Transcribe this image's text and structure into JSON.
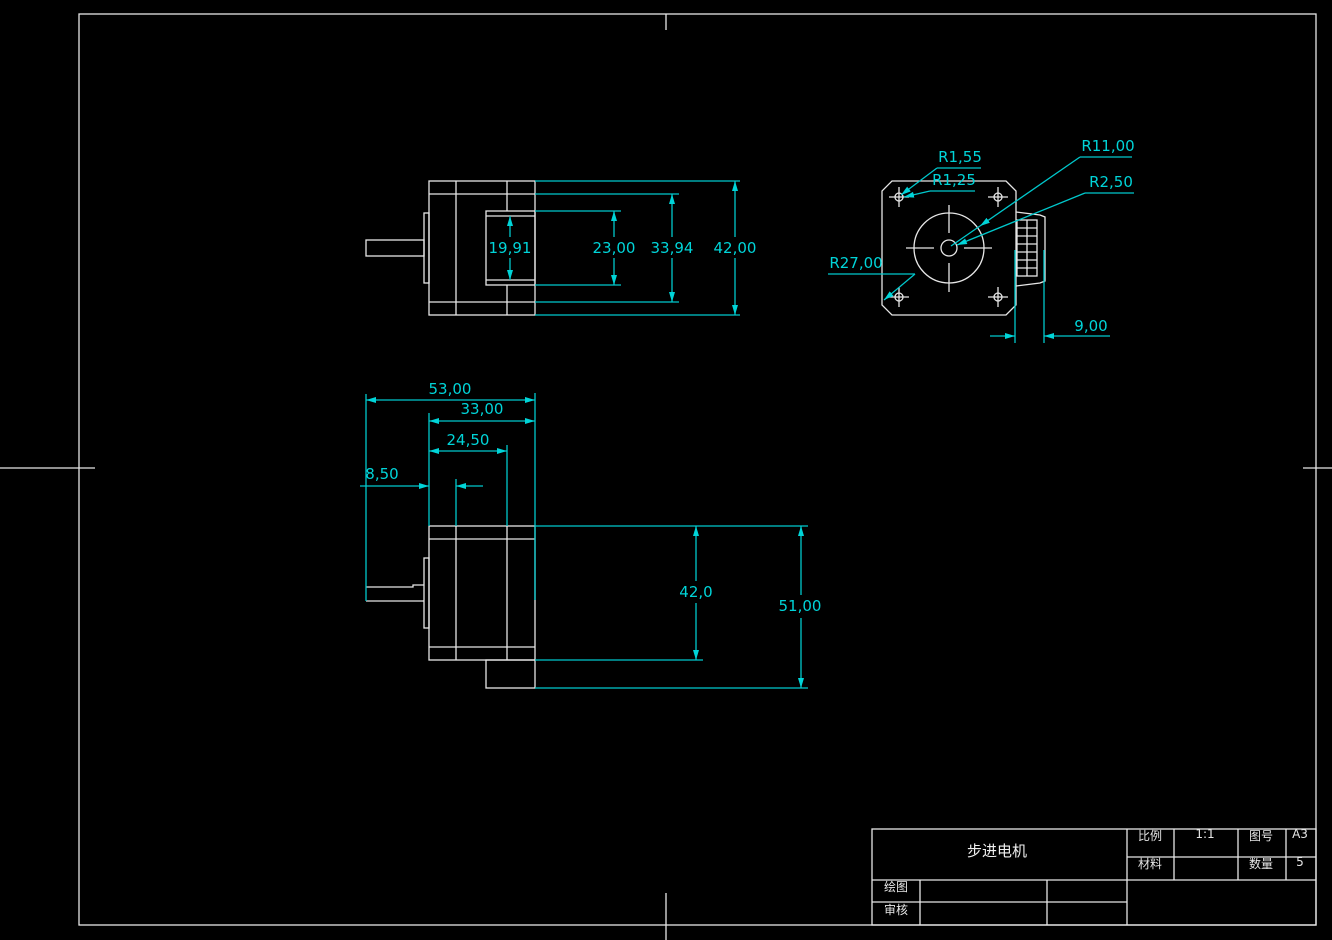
{
  "colors": {
    "background": "#000000",
    "geometry": "#e6e6e6",
    "dimension": "#00c8cc"
  },
  "front_view": {
    "dimensions": [
      "19,91",
      "23,00",
      "33,94",
      "42,00"
    ]
  },
  "end_view": {
    "radius_labels": [
      "R1,55",
      "R1,25",
      "R11,00",
      "R2,50",
      "R27,00"
    ],
    "connector_offset": "9,00"
  },
  "side_view": {
    "dimensions": [
      "53,00",
      "33,00",
      "24,50",
      "8,50",
      "42,0",
      "51,00"
    ]
  },
  "title_block": {
    "part_name": "步进电机",
    "scale_label": "比例",
    "scale_value": "1:1",
    "drawing_no_label": "图号",
    "drawing_no_value": "A3",
    "material_label": "材料",
    "quantity_label": "数量",
    "quantity_value": "5",
    "drawn_by_label": "绘图",
    "checked_by_label": "审核"
  }
}
